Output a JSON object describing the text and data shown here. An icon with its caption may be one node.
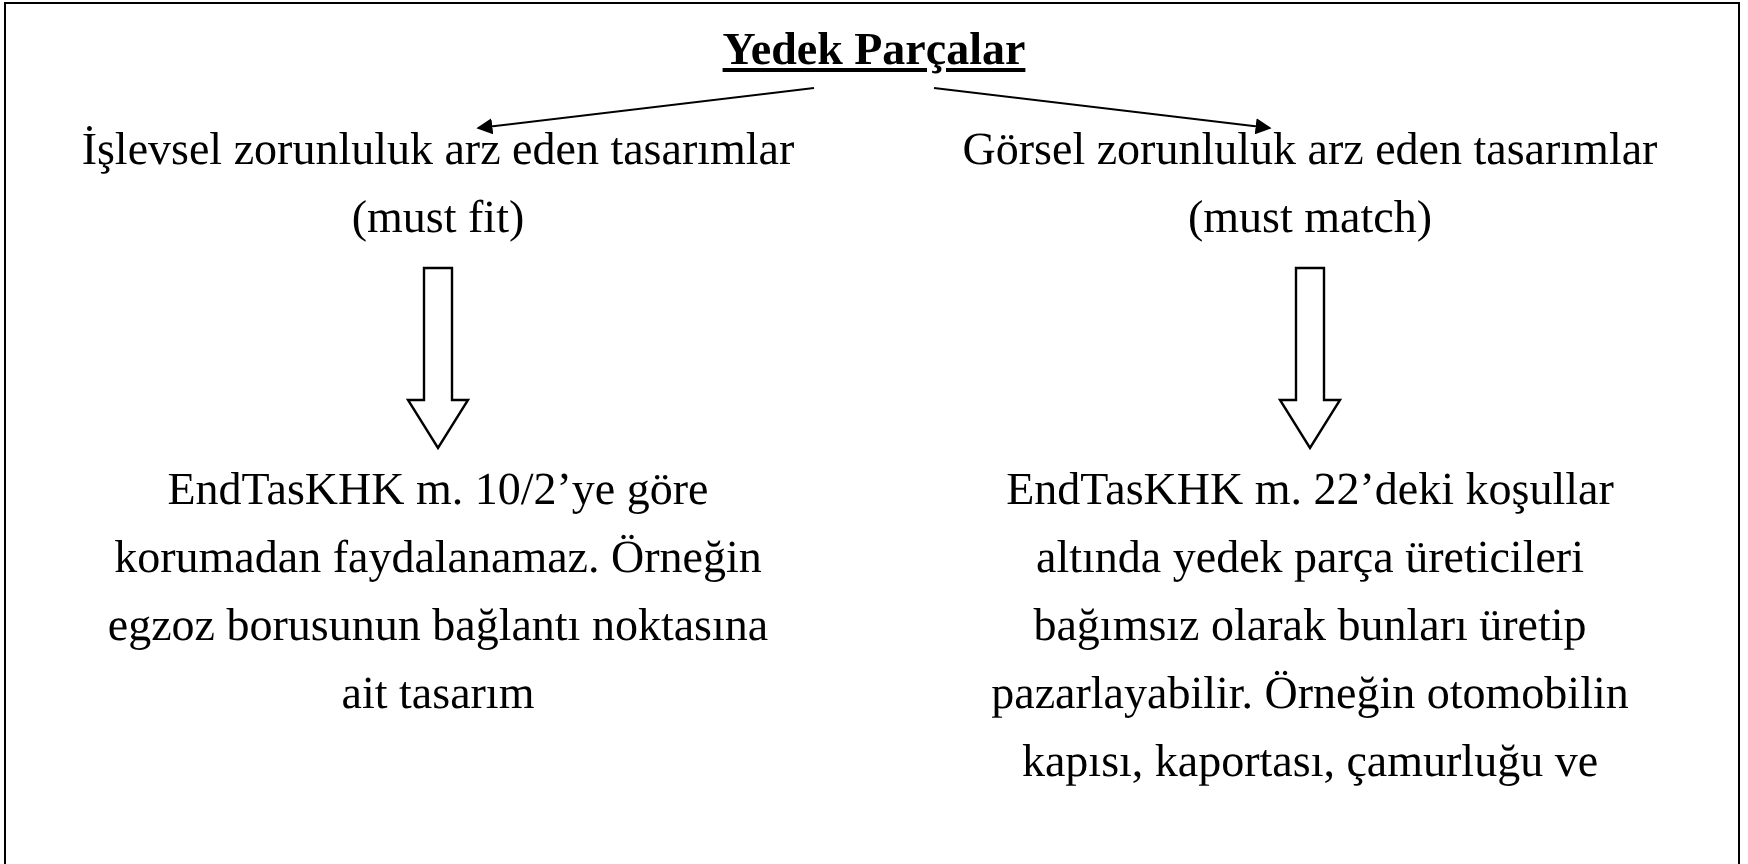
{
  "diagram": {
    "nodes": [
      {
        "text": [
          "Yedek Parçalar"
        ]
      },
      {
        "text": [
          "İşlevsel zorunluluk arz eden tasarımlar (must fit)"
        ]
      },
      {
        "text": [
          "Görsel zorunluluk arz eden tasarımlar (must match)"
        ]
      },
      {
        "text": [
          "EndTasKHK m. 10/2’ye göre korumadan faydalanamaz. Örneğin egzoz borusunun bağlantı noktasına ait tasarım"
        ]
      },
      {
        "text": [
          "EndTasKHK m. 22’deki koşullar altında yedek parça üreticileri bağımsız olarak bunları üretip pazarlayabilir. Örneğin otomobilin kapısı, kaportası, çamurluğu ve"
        ]
      }
    ],
    "edges": [
      {
        "from": 0,
        "to": 1,
        "arrow": "to"
      },
      {
        "from": 0,
        "to": 2,
        "arrow": "to"
      },
      {
        "from": 1,
        "to": 3,
        "arrow": "to",
        "style": "thick"
      },
      {
        "from": 2,
        "to": 4,
        "arrow": "to",
        "style": "thick"
      }
    ]
  }
}
